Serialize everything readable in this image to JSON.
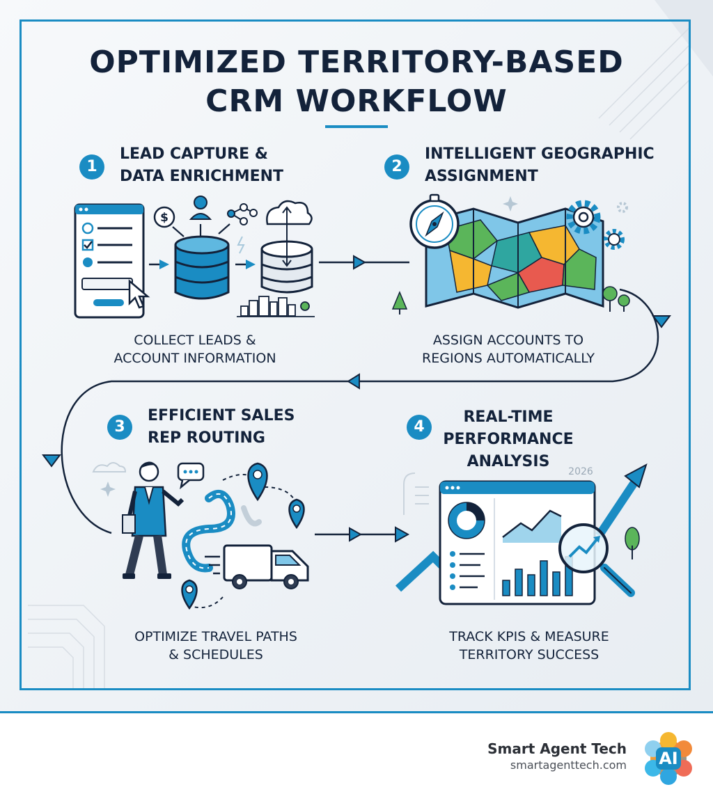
{
  "title": {
    "line1": "OPTIMIZED TERRITORY-BASED",
    "line2": "CRM WORKFLOW"
  },
  "steps": [
    {
      "number": "1",
      "title_line1": "LEAD CAPTURE &",
      "title_line2": "DATA ENRICHMENT",
      "desc_line1": "COLLECT LEADS &",
      "desc_line2": "ACCOUNT INFORMATION"
    },
    {
      "number": "2",
      "title_line1": "INTELLIGENT GEOGRAPHIC",
      "title_line2": "ASSIGNMENT",
      "desc_line1": "ASSIGN ACCOUNTS TO",
      "desc_line2": "REGIONS AUTOMATICALLY"
    },
    {
      "number": "3",
      "title_line1": "EFFICIENT SALES",
      "title_line2": "REP ROUTING",
      "desc_line1": "OPTIMIZE TRAVEL PATHS",
      "desc_line2": "& SCHEDULES"
    },
    {
      "number": "4",
      "title_line1": "REAL-TIME",
      "title_line2": "PERFORMANCE",
      "title_line3": "ANALYSIS",
      "desc_line1": "TRACK KPIS & MEASURE",
      "desc_line2": "TERRITORY SUCCESS"
    }
  ],
  "dashboard_year": "2026",
  "brand": {
    "name": "Smart Agent Tech",
    "url": "smartagenttech.com",
    "logo_text": "AI"
  },
  "icons": [
    "web-form-icon",
    "dollar-icon",
    "user-icon",
    "network-icon",
    "database-icon",
    "cloud-sync-icon",
    "city-icon",
    "compass-icon",
    "map-icon",
    "gear-icon",
    "tree-icon",
    "salesperson-icon",
    "chat-bubble-icon",
    "location-pin-icon",
    "delivery-van-icon",
    "dashboard-icon",
    "donut-chart-icon",
    "magnifier-icon",
    "trend-arrow-icon"
  ],
  "colors": {
    "accent": "#1a8cc3",
    "navy": "#13223a",
    "map_green": "#5bb55a",
    "map_yellow": "#f5b731",
    "map_red": "#e85a4f",
    "map_teal": "#2fa6a0"
  }
}
